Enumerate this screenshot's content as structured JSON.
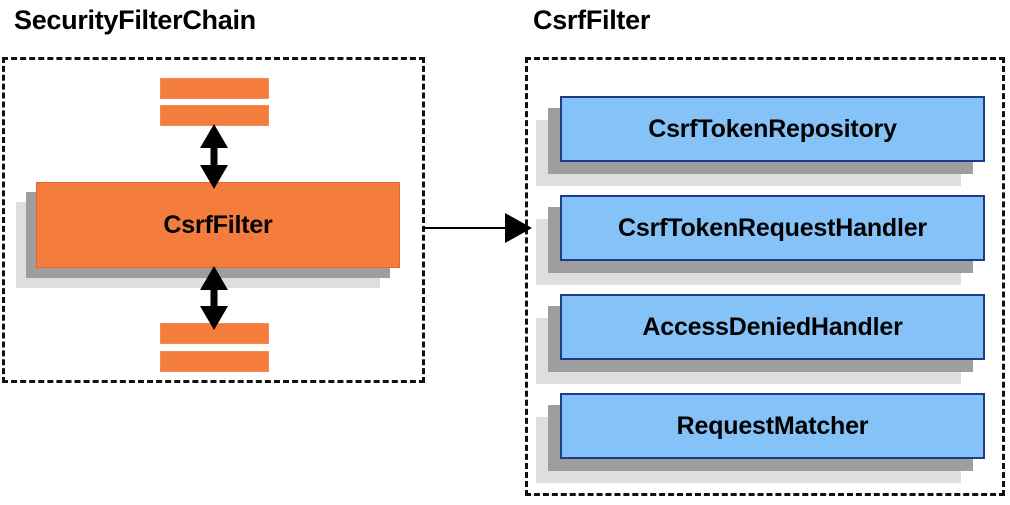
{
  "diagram": {
    "type": "architecture-block-diagram",
    "background_color": "#ffffff",
    "panels": [
      {
        "id": "security-filter-chain",
        "title": "SecurityFilterChain",
        "border_style": "dashed",
        "border_color": "#111111",
        "nodes": [
          {
            "id": "filter-above-2",
            "label": "",
            "kind": "bar",
            "color": "#f47c3c"
          },
          {
            "id": "filter-above-1",
            "label": "",
            "kind": "bar",
            "color": "#f47c3c"
          },
          {
            "id": "csrf-filter",
            "label": "CsrfFilter",
            "kind": "block",
            "color": "#f47c3c"
          },
          {
            "id": "filter-below-1",
            "label": "",
            "kind": "bar",
            "color": "#f47c3c"
          },
          {
            "id": "filter-below-2",
            "label": "",
            "kind": "bar",
            "color": "#f47c3c"
          }
        ]
      },
      {
        "id": "csrf-filter-detail",
        "title": "CsrfFilter",
        "border_style": "dashed",
        "border_color": "#111111",
        "nodes": [
          {
            "id": "csrf-token-repository",
            "label": "CsrfTokenRepository",
            "kind": "block",
            "color": "#85c2f7"
          },
          {
            "id": "csrf-token-request-handler",
            "label": "CsrfTokenRequestHandler",
            "kind": "block",
            "color": "#85c2f7"
          },
          {
            "id": "access-denied-handler",
            "label": "AccessDeniedHandler",
            "kind": "block",
            "color": "#85c2f7"
          },
          {
            "id": "request-matcher",
            "label": "RequestMatcher",
            "kind": "block",
            "color": "#85c2f7"
          }
        ]
      }
    ],
    "connectors": [
      {
        "id": "chain-up",
        "style": "double-headed-vertical",
        "color": "#000000"
      },
      {
        "id": "chain-down",
        "style": "double-headed-vertical",
        "color": "#000000"
      },
      {
        "id": "expand-link",
        "style": "single-headed-horizontal",
        "color": "#000000"
      }
    ],
    "colors": {
      "orange_fill": "#f47c3c",
      "orange_border": "#e06a2c",
      "blue_fill": "#85c2f7",
      "blue_border": "#1f3c8c",
      "shadow_near": "#9e9e9e",
      "shadow_far": "#dedede",
      "text": "#000000"
    }
  }
}
